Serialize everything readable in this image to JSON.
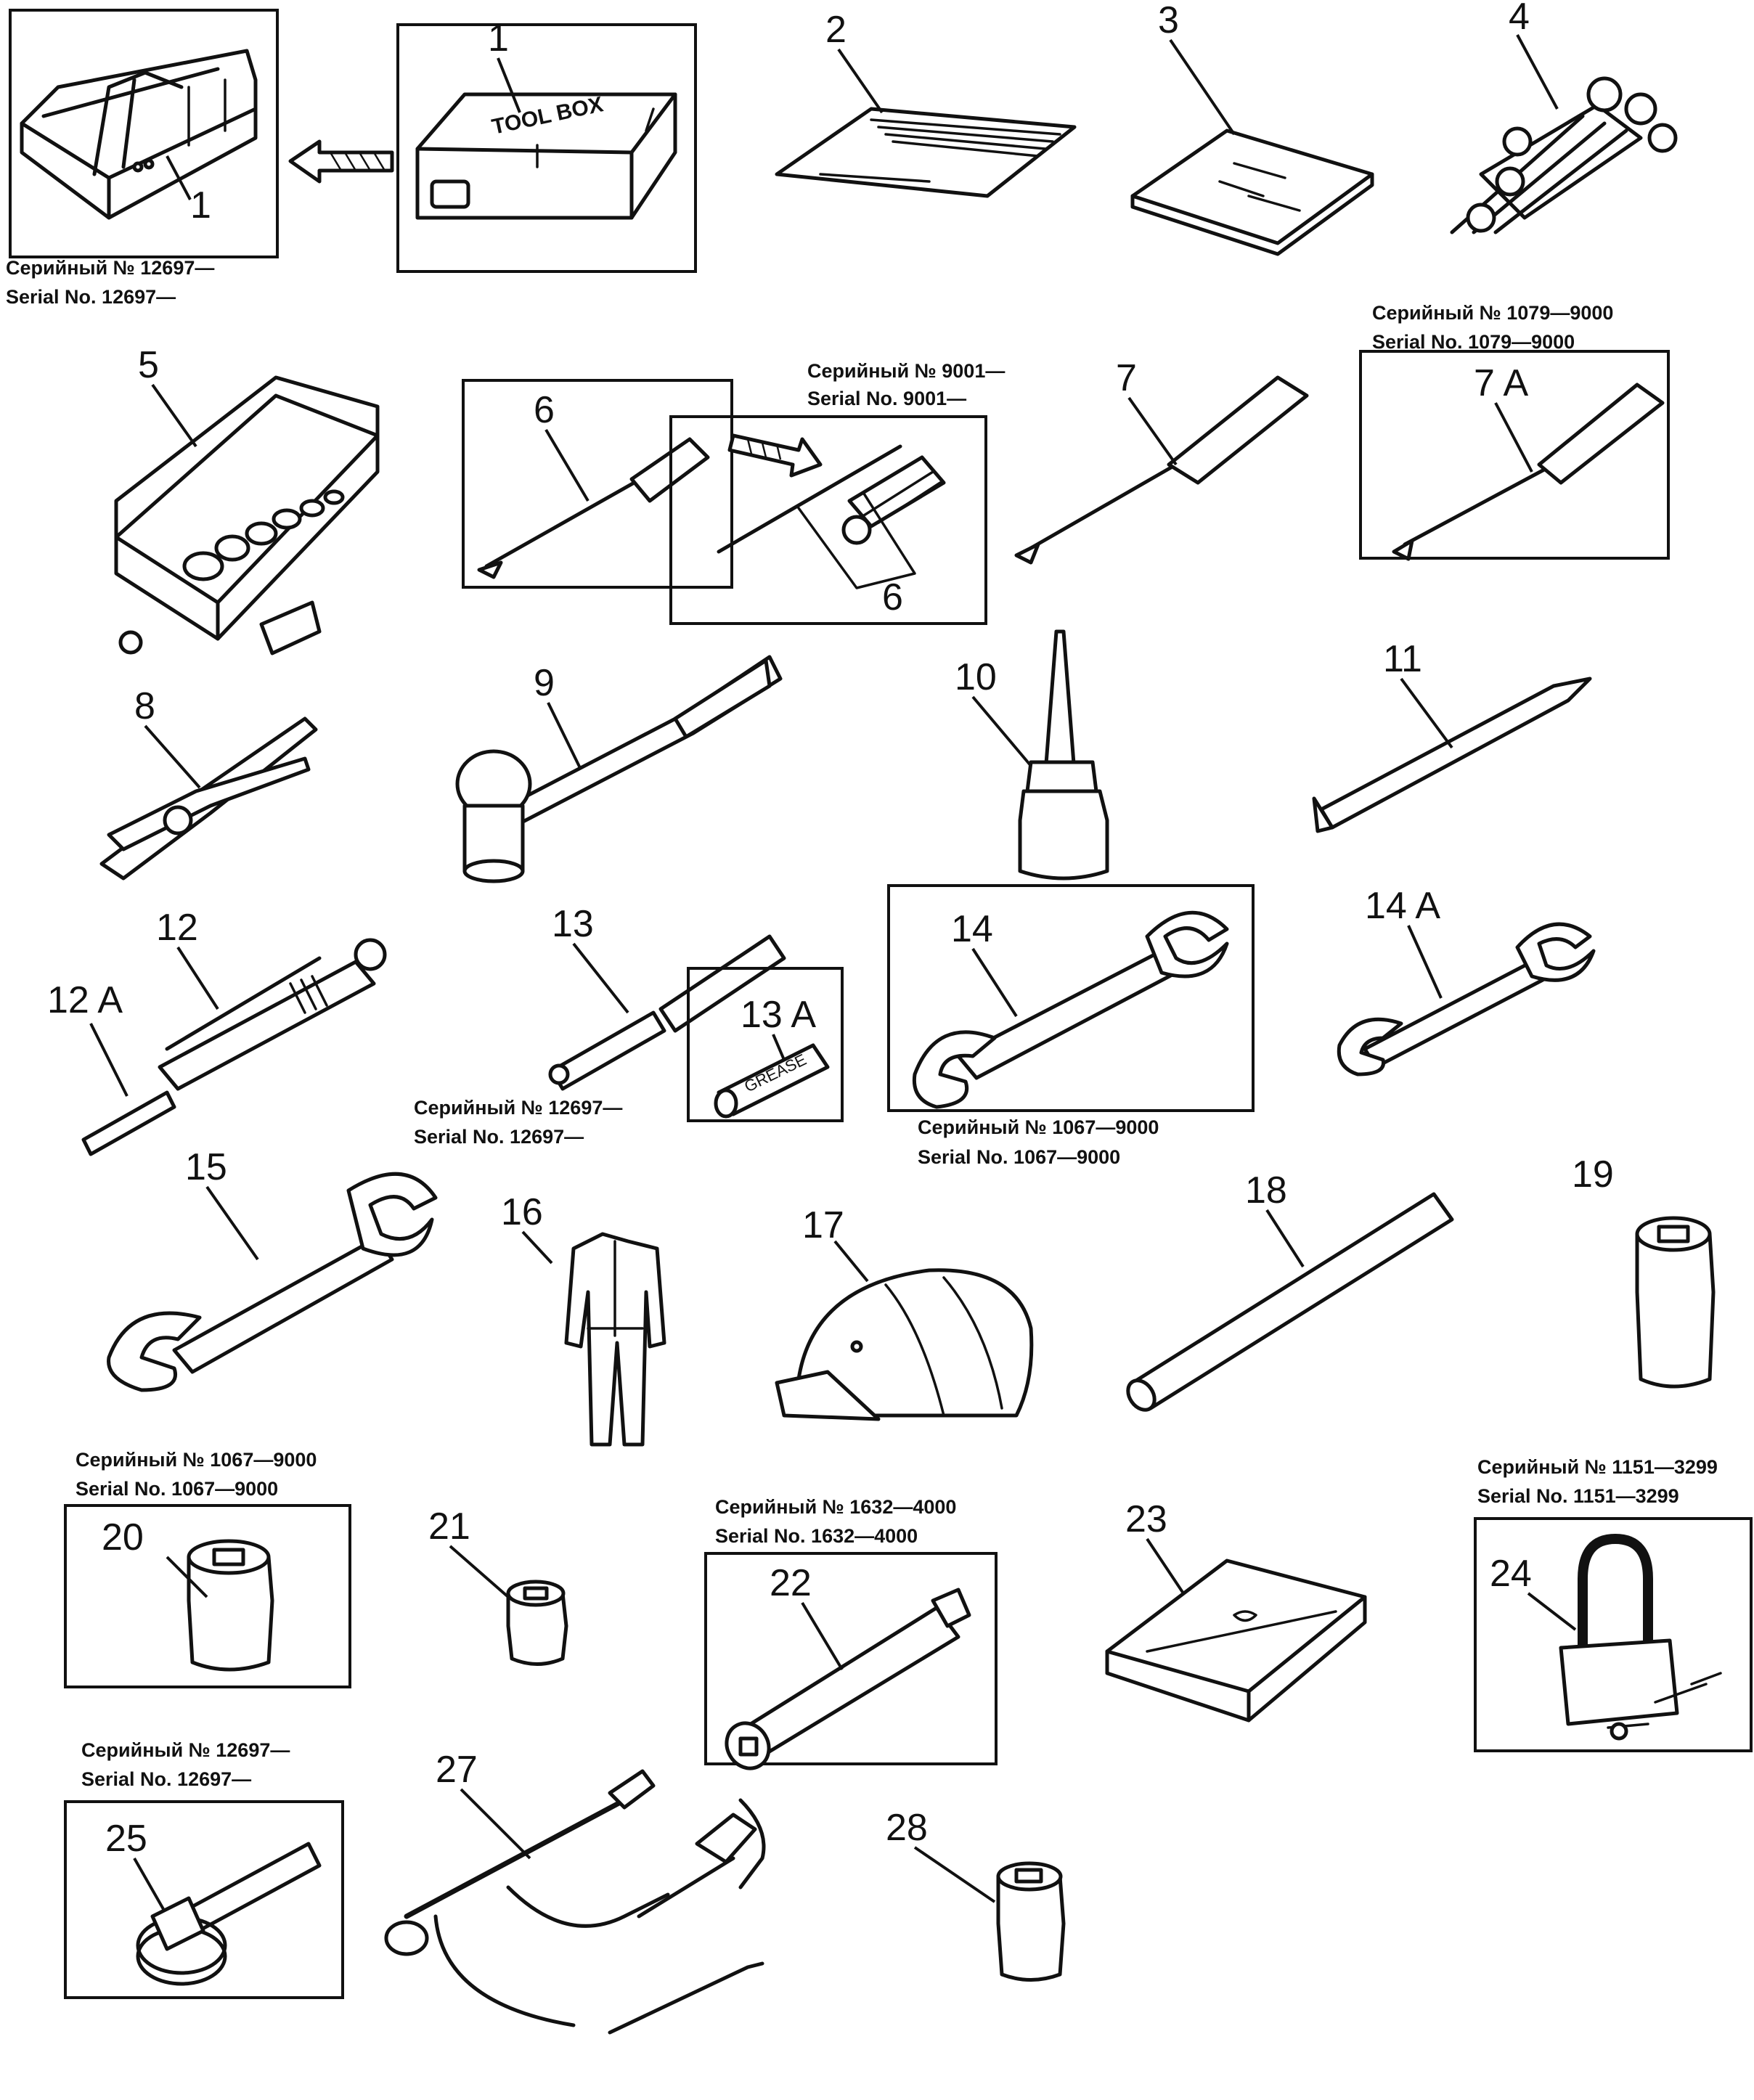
{
  "callouts": {
    "c1a": "1",
    "c1b": "1",
    "c2": "2",
    "c3": "3",
    "c4": "4",
    "c5": "5",
    "c6a": "6",
    "c6b": "6",
    "c7": "7",
    "c7a": "7 A",
    "c8": "8",
    "c9": "9",
    "c10": "10",
    "c11": "11",
    "c12": "12",
    "c12a": "12 A",
    "c13": "13",
    "c13a": "13 A",
    "c14": "14",
    "c14a": "14 A",
    "c15": "15",
    "c16": "16",
    "c17": "17",
    "c18": "18",
    "c19": "19",
    "c20": "20",
    "c21": "21",
    "c22": "22",
    "c23": "23",
    "c24": "24",
    "c25": "25",
    "c27": "27",
    "c28": "28"
  },
  "serial_notes": {
    "s1": {
      "ru": "Серийный № 12697—",
      "en": "Serial No. 12697—"
    },
    "s6": {
      "ru": "Серийный № 9001—",
      "en": "Serial No. 9001—"
    },
    "s7a": {
      "ru": "Серийный № 1079—9000",
      "en": "Serial No. 1079—9000"
    },
    "s13": {
      "ru": "Серийный № 12697—",
      "en": "Serial No. 12697—"
    },
    "s14": {
      "ru": "Серийный № 1067—9000",
      "en": "Serial No. 1067—9000"
    },
    "s20": {
      "ru": "Серийный № 1067—9000",
      "en": "Serial No. 1067—9000"
    },
    "s22": {
      "ru": "Серийный № 1632—4000",
      "en": "Serial No. 1632—4000"
    },
    "s24": {
      "ru": "Серийный № 1151—3299",
      "en": "Serial No. 1151—3299"
    },
    "s25": {
      "ru": "Серийный № 12697—",
      "en": "Serial No. 12697—"
    }
  },
  "item_text": {
    "toolbox_lid": "TOOL BOX",
    "grease_label": "GREASE"
  }
}
